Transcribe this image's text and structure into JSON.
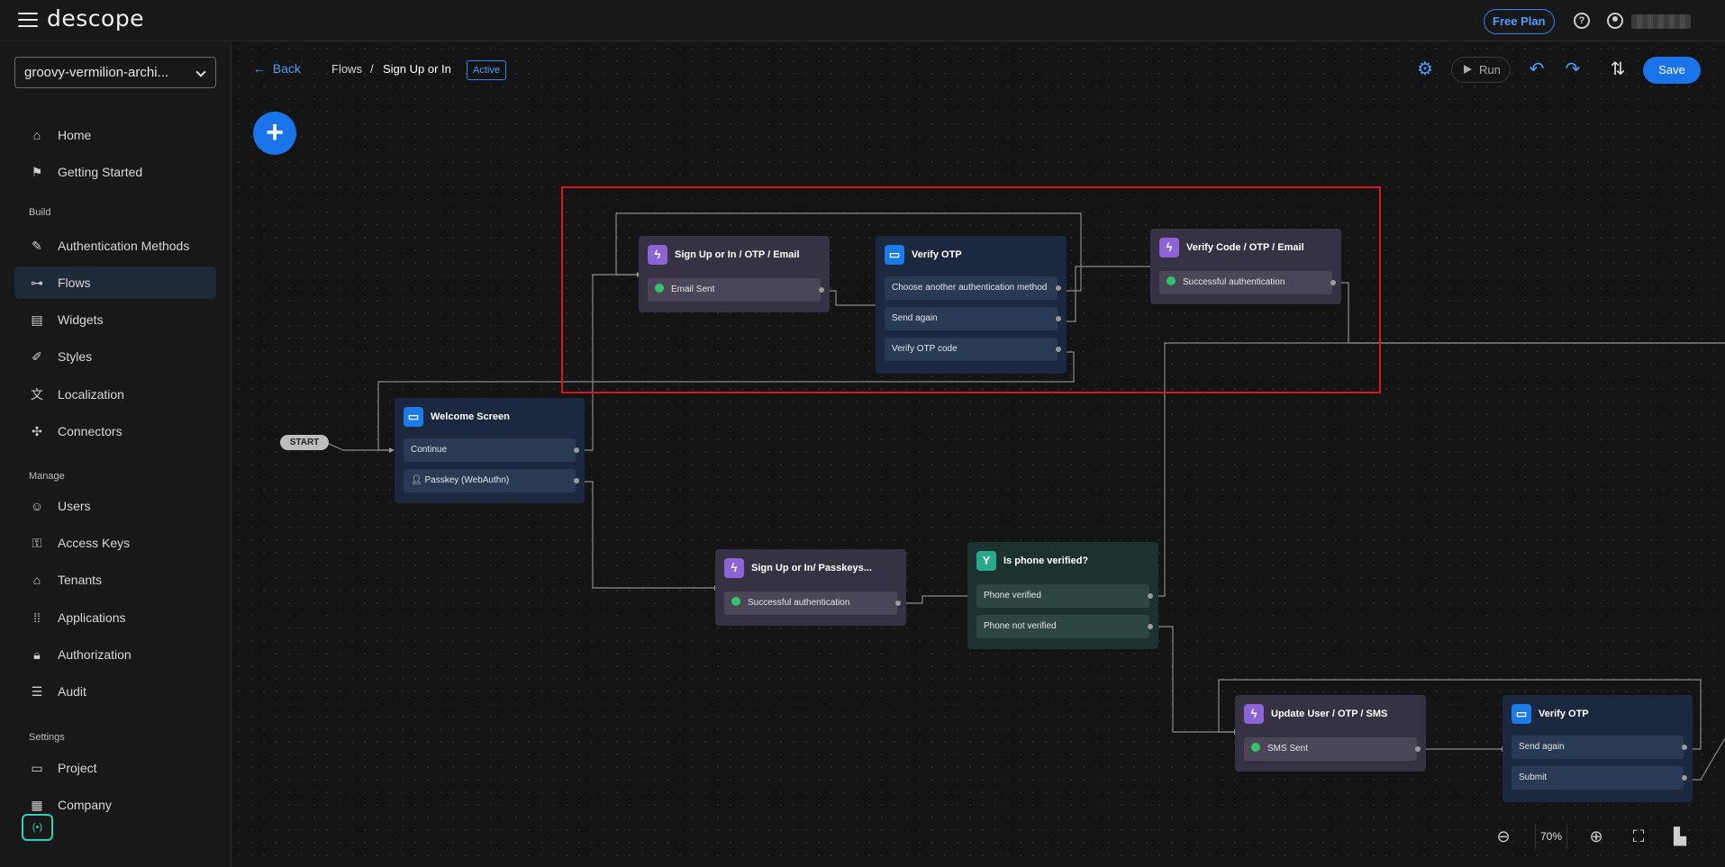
{
  "app": {
    "logo_text": "descope",
    "plan_label": "Free Plan"
  },
  "sidebar": {
    "project": "groovy-vermilion-archi...",
    "items_top": [
      {
        "label": "Home",
        "icon": "home-icon"
      },
      {
        "label": "Getting Started",
        "icon": "flag-icon"
      }
    ],
    "build_label": "Build",
    "items_build": [
      {
        "label": "Authentication Methods",
        "icon": "auth-methods-icon"
      },
      {
        "label": "Flows",
        "icon": "flows-icon",
        "active": true
      },
      {
        "label": "Widgets",
        "icon": "widgets-icon"
      },
      {
        "label": "Styles",
        "icon": "brush-icon"
      },
      {
        "label": "Localization",
        "icon": "translate-icon"
      },
      {
        "label": "Connectors",
        "icon": "puzzle-icon"
      }
    ],
    "manage_label": "Manage",
    "items_manage": [
      {
        "label": "Users",
        "icon": "users-icon"
      },
      {
        "label": "Access Keys",
        "icon": "key-icon"
      },
      {
        "label": "Tenants",
        "icon": "tenants-icon"
      },
      {
        "label": "Applications",
        "icon": "grid-icon"
      },
      {
        "label": "Authorization",
        "icon": "lock-icon"
      },
      {
        "label": "Audit",
        "icon": "list-icon"
      }
    ],
    "settings_label": "Settings",
    "items_settings": [
      {
        "label": "Project",
        "icon": "folder-icon"
      },
      {
        "label": "Company",
        "icon": "building-icon"
      }
    ]
  },
  "header": {
    "back_label": "Back",
    "breadcrumb_parent": "Flows",
    "breadcrumb_sep": "/",
    "flow_name": "Sign Up or In",
    "status": "Active",
    "run_label": "Run",
    "save_label": "Save"
  },
  "flow": {
    "start_label": "START",
    "nodes": {
      "welcome": {
        "title": "Welcome Screen",
        "rows": [
          "Continue",
          "Passkey (WebAuthn)"
        ]
      },
      "signup_otp_email": {
        "title": "Sign Up or In / OTP / Email",
        "rows": [
          "Email Sent"
        ]
      },
      "verify_otp_1": {
        "title": "Verify OTP",
        "rows": [
          "Choose another authentication method",
          "Send again",
          "Verify OTP code"
        ]
      },
      "verify_code_email": {
        "title": "Verify Code / OTP / Email",
        "rows": [
          "Successful authentication"
        ]
      },
      "signup_passkeys": {
        "title": "Sign Up or In/ Passkeys...",
        "rows": [
          "Successful authentication"
        ]
      },
      "is_phone_verified": {
        "title": "Is phone verified?",
        "rows": [
          "Phone verified",
          "Phone not verified"
        ]
      },
      "update_user_sms": {
        "title": "Update User / OTP / SMS",
        "rows": [
          "SMS Sent"
        ]
      },
      "verify_otp_2": {
        "title": "Verify OTP",
        "rows": [
          "Send again",
          "Submit"
        ]
      }
    }
  },
  "zoom": {
    "level": "70%"
  },
  "colors": {
    "accent": "#1a73e8",
    "highlight": "#e0141e",
    "action": "#8e63d6",
    "screen": "#1c7be6",
    "condition": "#29a98c"
  }
}
